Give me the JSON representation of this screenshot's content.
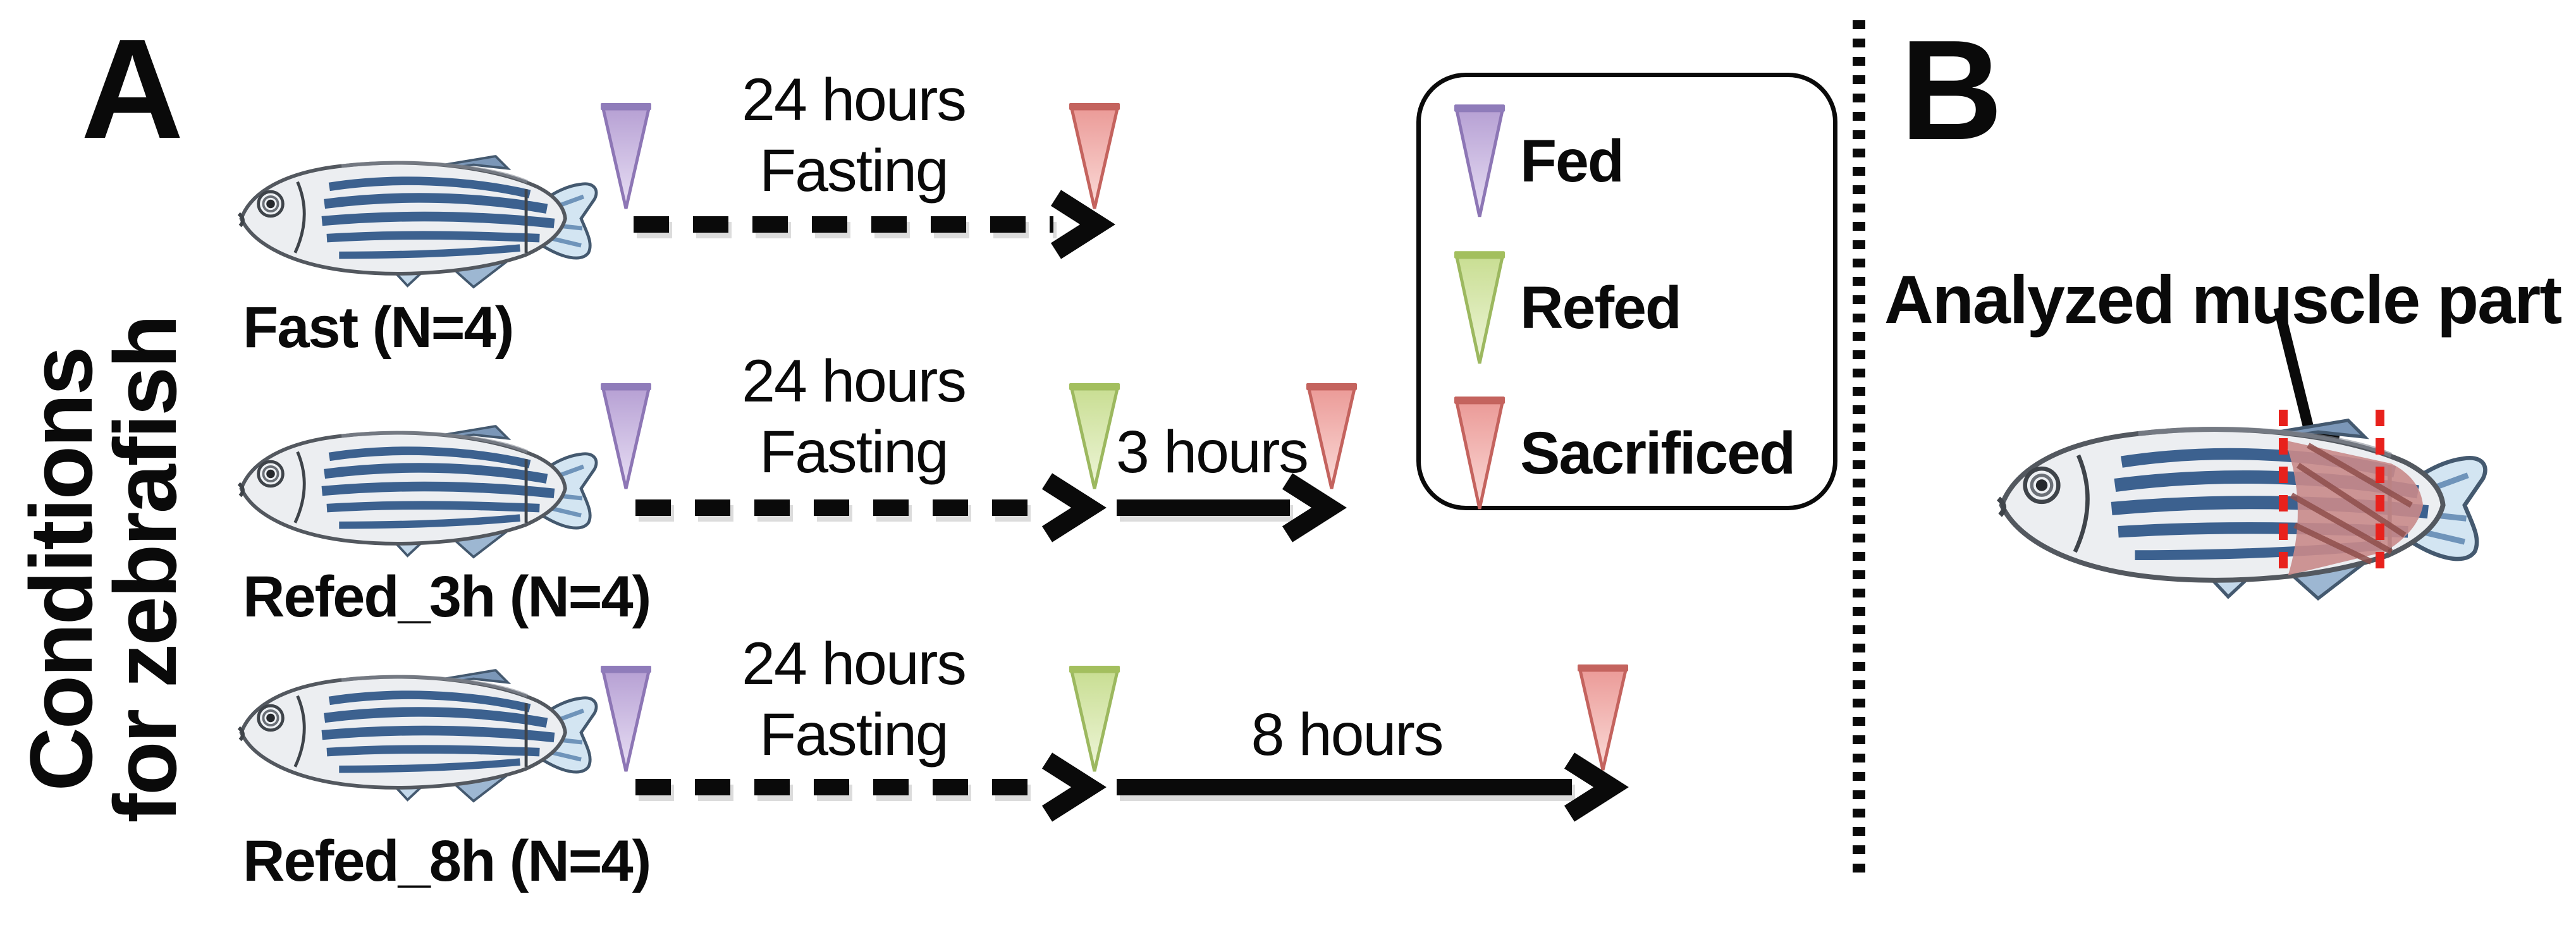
{
  "figure": {
    "title_hidden": "Zebrafish feeding experiment design",
    "panel_a": {
      "label": "A",
      "side_title": [
        "Conditions",
        "for zebrafish"
      ],
      "rows": [
        {
          "name": "Fast (N=4)",
          "fasting": [
            "24 hours",
            "Fasting"
          ],
          "refeed": ""
        },
        {
          "name": "Refed_3h (N=4)",
          "fasting": [
            "24 hours",
            "Fasting"
          ],
          "refeed": "3 hours"
        },
        {
          "name": "Refed_8h (N=4)",
          "fasting": [
            "24 hours",
            "Fasting"
          ],
          "refeed": "8 hours"
        }
      ],
      "legend": [
        {
          "label": "Fed",
          "marker_color": "#b7a1d4"
        },
        {
          "label": "Refed",
          "marker_color": "#c9de93"
        },
        {
          "label": "Sacrificed",
          "marker_color": "#eb9b98"
        }
      ]
    },
    "panel_b": {
      "label": "B",
      "annotation": "Analyzed muscle part"
    },
    "colors": {
      "fed_marker": "#b7a1d4",
      "refed_marker": "#c9de93",
      "sacrificed_marker": "#eb9b98",
      "muscle_region": "#c98a8a",
      "cut_line_red": "#e8211c",
      "arrow_black": "#0a0a0a",
      "fish_body": "#eceef1",
      "fish_stripe_blue": "#3c618f",
      "fish_tail_blue": "#d3e5f2"
    }
  }
}
